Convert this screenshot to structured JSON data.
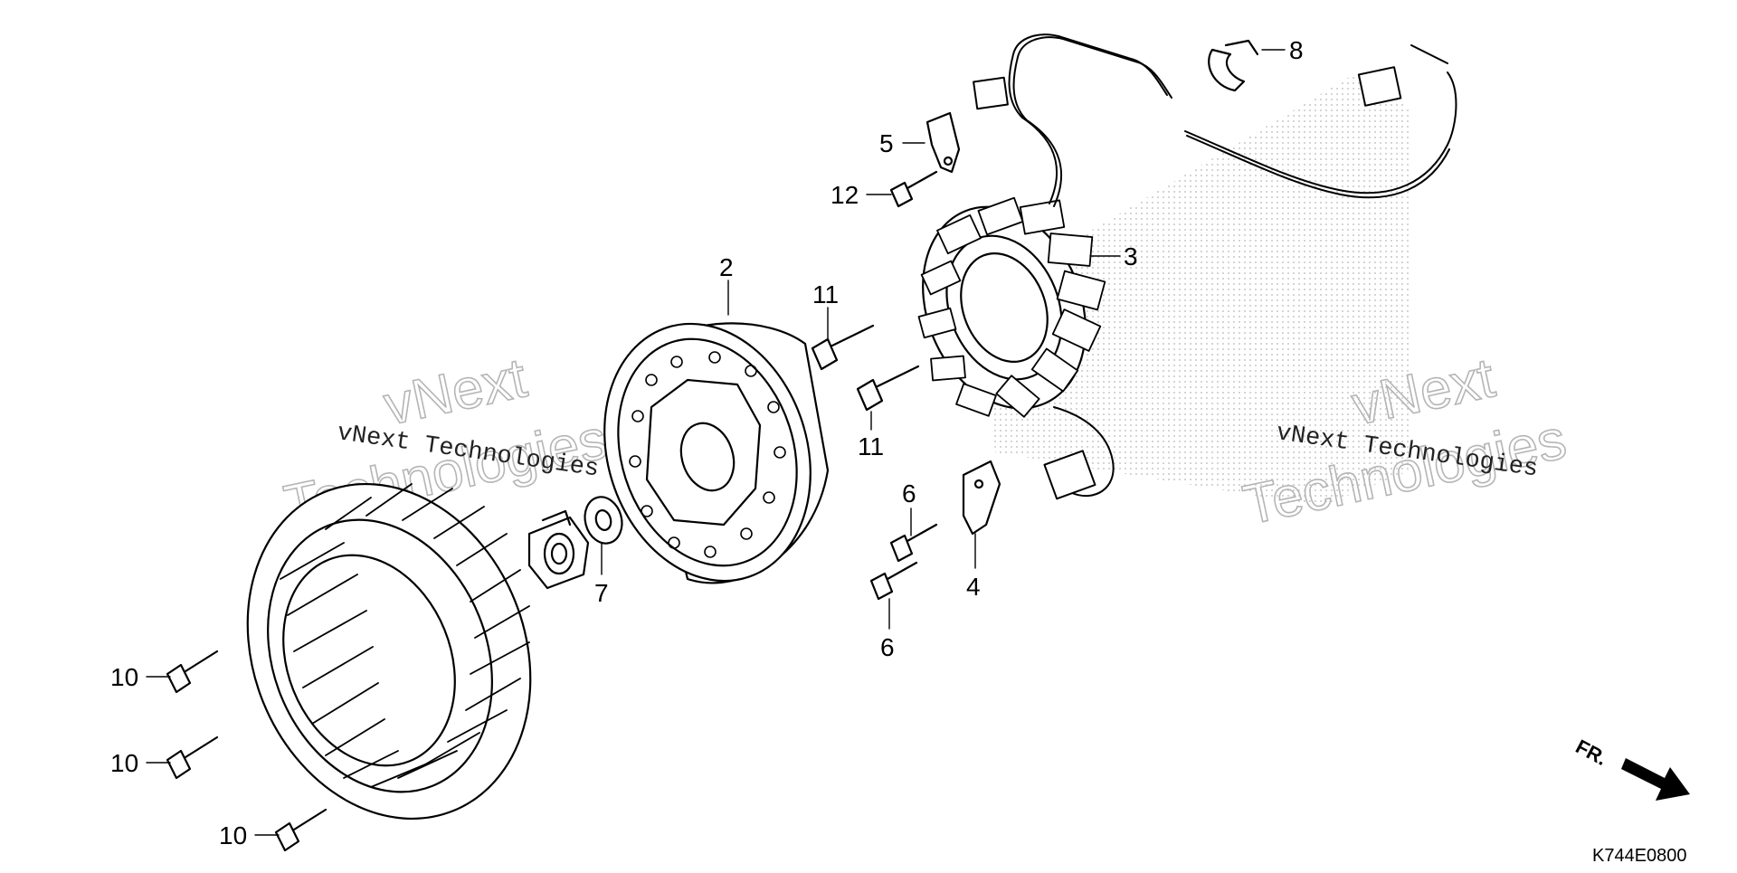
{
  "diagram": {
    "callouts": [
      "2",
      "3",
      "4",
      "5",
      "6",
      "6",
      "7",
      "8",
      "10",
      "10",
      "10",
      "11",
      "11",
      "12"
    ],
    "watermark": {
      "big_line1": "vNext",
      "big_line2": "Technologies",
      "small": "vNext Technologies"
    },
    "direction_label": "FR.",
    "diagram_code": "K744E0800",
    "colors": {
      "ink": "#000000",
      "watermark": "#b5b5b5",
      "dots": "#9a9a9a"
    }
  }
}
